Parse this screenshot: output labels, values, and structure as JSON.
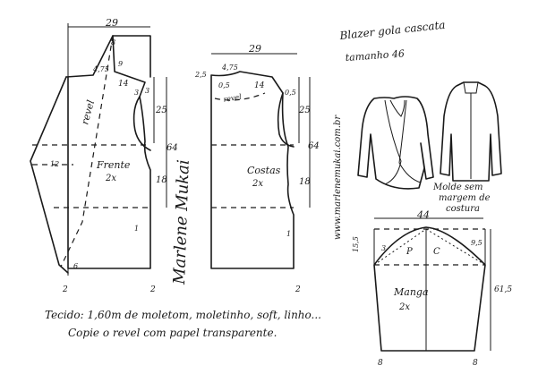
{
  "title": {
    "line1": "Blazer gola cascata",
    "line2": "tamanho 46"
  },
  "front": {
    "label": "Frente",
    "count": "2x",
    "revel_label": "revel",
    "width_top": "29",
    "shoulder_small": "4,75",
    "collar_top": "8",
    "collar_side": "9",
    "neck_drop": "3",
    "shoulder_len": "14",
    "shoulder_drop": "3",
    "armhole_depth": "25",
    "length_total": "64",
    "waist_len": "18",
    "dart": "1",
    "revel_width": "12",
    "hem_small": "6",
    "hem_left": "2",
    "hem_right": "2"
  },
  "back": {
    "label": "Costas",
    "count": "2x",
    "revel_label": "revel",
    "width_top": "29",
    "shoulder_small": "4,75",
    "neck_left": "2,5",
    "neck_inner": "0,5",
    "shoulder_len": "14",
    "shoulder_right": "0,5",
    "armhole_depth": "25",
    "length_total": "64",
    "waist_len": "18",
    "dart": "1",
    "hem_right": "2"
  },
  "sleeve": {
    "label": "Manga",
    "count": "2x",
    "width": "44",
    "cap_height": "15,5",
    "cap_left": "3",
    "cap_right": "9,5",
    "back_label": "P",
    "front_label": "C",
    "length": "61,5",
    "hem_left": "8",
    "hem_right": "8"
  },
  "notes": {
    "line1": "Tecido: 1,60m de moletom, moletinho, soft, linho...",
    "line2": "Copie o revel com papel transparente."
  },
  "mold_note": {
    "line1": "Molde sem",
    "line2": "margem de",
    "line3": "costura"
  },
  "website": "www.marlenemukai.com.br",
  "signature": "Marlene Mukai",
  "colors": {
    "ink": "#1a1a1a",
    "paper": "#ffffff"
  }
}
